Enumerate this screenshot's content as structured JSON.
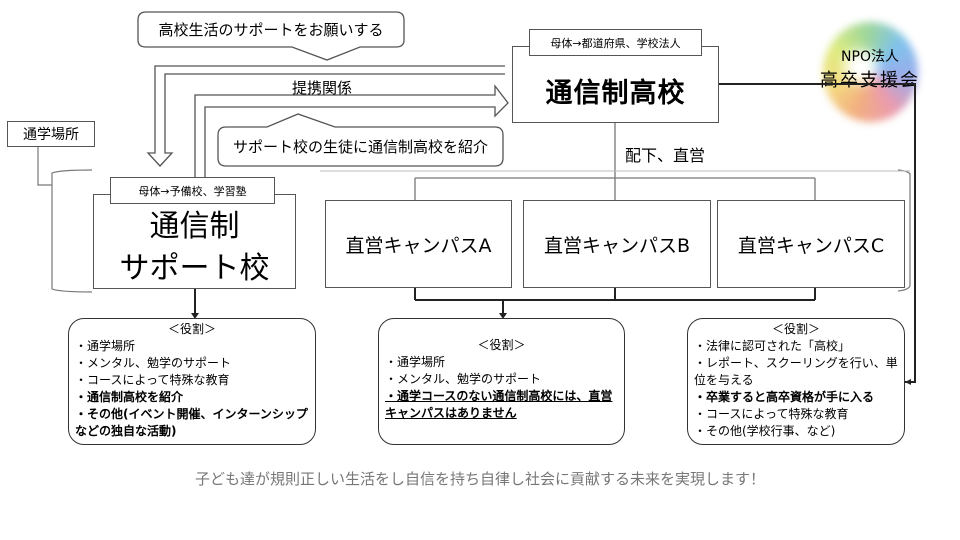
{
  "callouts": {
    "request": "高校生活のサポートをお願いする",
    "partnership": "提携関係",
    "introduce": "サポート校の生徒に通信制高校を紹介"
  },
  "high_school": {
    "parent_tag": "母体→都道府県、学校法人",
    "title": "通信制高校"
  },
  "subordinate_label": "配下、直営",
  "support_school": {
    "parent_tag": "母体→予備校、学習塾",
    "title_line1": "通信制",
    "title_line2": "サポート校"
  },
  "commute_label": "通学場所",
  "campuses": [
    "直営キャンパスA",
    "直営キャンパスB",
    "直営キャンパスC"
  ],
  "logo": {
    "line1": "NPO法人",
    "line2": "高卒支援会"
  },
  "roles": {
    "support": {
      "heading": "＜役割＞",
      "items": [
        "・通学場所",
        "・メンタル、勉学のサポート",
        "・コースによって特殊な教育",
        "・通信制高校を紹介",
        "・その他(イベント開催、インターンシップなどの独自な活動)"
      ]
    },
    "campus": {
      "heading": "＜役割＞",
      "items": [
        "・通学場所",
        "・メンタル、勉学のサポート",
        "・通学コースのない通信制高校には、直営キャンパスはありません"
      ]
    },
    "high_school": {
      "heading": "＜役割＞",
      "items": [
        "・法律に認可された「高校」",
        "・レポート、スクーリングを行い、単位を与える",
        "・卒業すると高卒資格が手に入る",
        "・コースによって特殊な教育",
        "・その他(学校行事、など)"
      ]
    }
  },
  "footer": "子ども達が規則正しい生活をし自信を持ち自律し社会に貢献する未来を実現します！",
  "colors": {
    "line": "#333333",
    "footer_text": "#777777"
  }
}
